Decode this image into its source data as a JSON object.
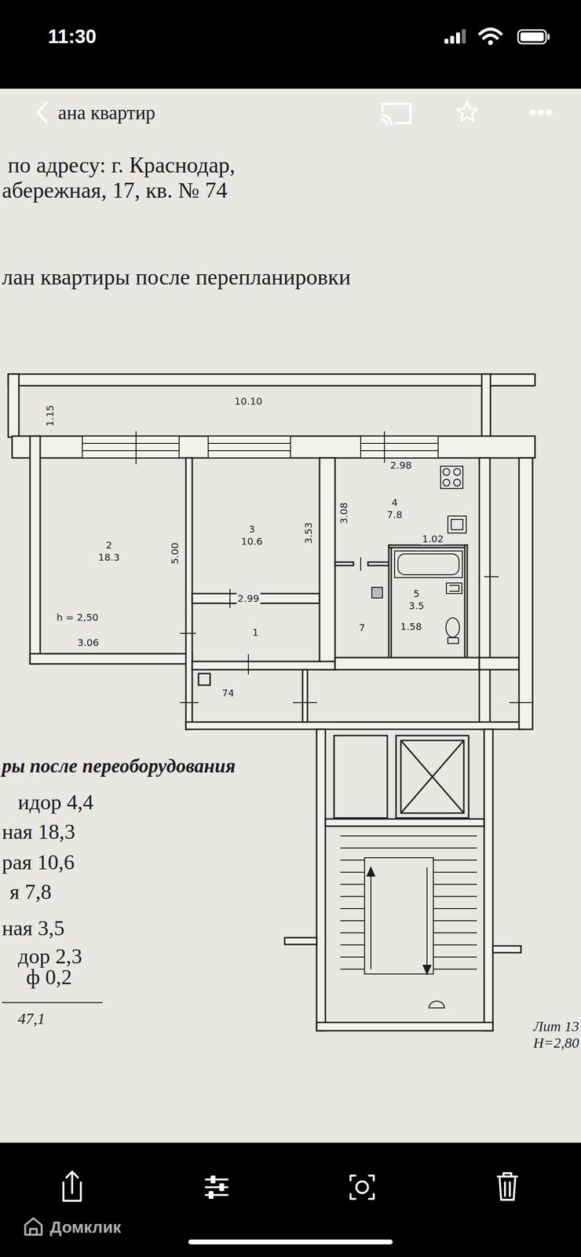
{
  "diagram": {
    "title": "лан квартиры после перепланировки",
    "nodes": [
      {
        "text": [
          "2",
          "18.3"
        ]
      },
      {
        "text": [
          "3",
          "10.6"
        ]
      },
      {
        "text": [
          "4",
          "7.8"
        ]
      },
      {
        "text": [
          "1"
        ]
      },
      {
        "text": [
          "7"
        ]
      },
      {
        "text": [
          "5",
          "3.5"
        ]
      },
      {
        "text": [
          "74"
        ]
      }
    ],
    "labels": [
      "11:30",
      "ана квартир",
      "по адресу: г. Краснодар,",
      "абережная, 17, кв. № 74",
      "10.10",
      "1.15",
      "5.00",
      "h = 2,50",
      "3.06",
      "3.53",
      "2.99",
      "2.98",
      "3.08",
      "1.02",
      "1.58",
      "ры после переоборудования",
      "идор 4,4",
      "ная 18,3",
      "рая 10,6",
      "я 7,8",
      "ная 3,5",
      "дор 2,3",
      "ф 0,2",
      "47,1",
      "Лит 13",
      "Н=2,80",
      "Домклик"
    ]
  }
}
